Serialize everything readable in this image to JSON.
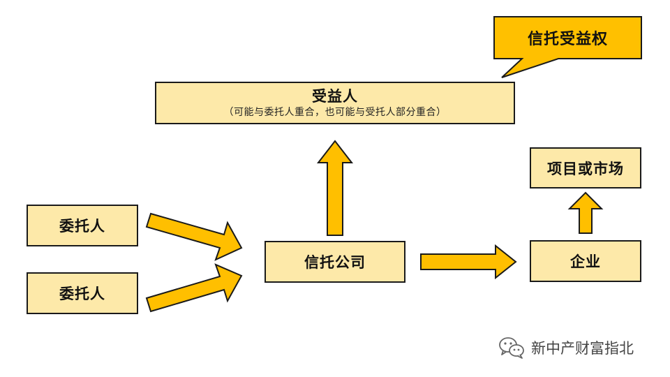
{
  "diagram": {
    "callout": {
      "label": "信托受益权"
    },
    "beneficiary": {
      "title": "受益人",
      "note": "（可能与委托人重合，也可能与受托人部分重合）"
    },
    "entrustor_1": {
      "label": "委托人"
    },
    "entrustor_2": {
      "label": "委托人"
    },
    "trust_company": {
      "label": "信托公司"
    },
    "enterprise": {
      "label": "企业"
    },
    "project": {
      "label": "项目或市场"
    }
  },
  "watermark": {
    "text": "新中产财富指北",
    "icon": "wechat-icon"
  },
  "colors": {
    "box_fill": "#fde9a9",
    "arrow_fill": "#ffbf00",
    "callout_fill": "#ffc000",
    "outline": "#1a1a1a"
  }
}
